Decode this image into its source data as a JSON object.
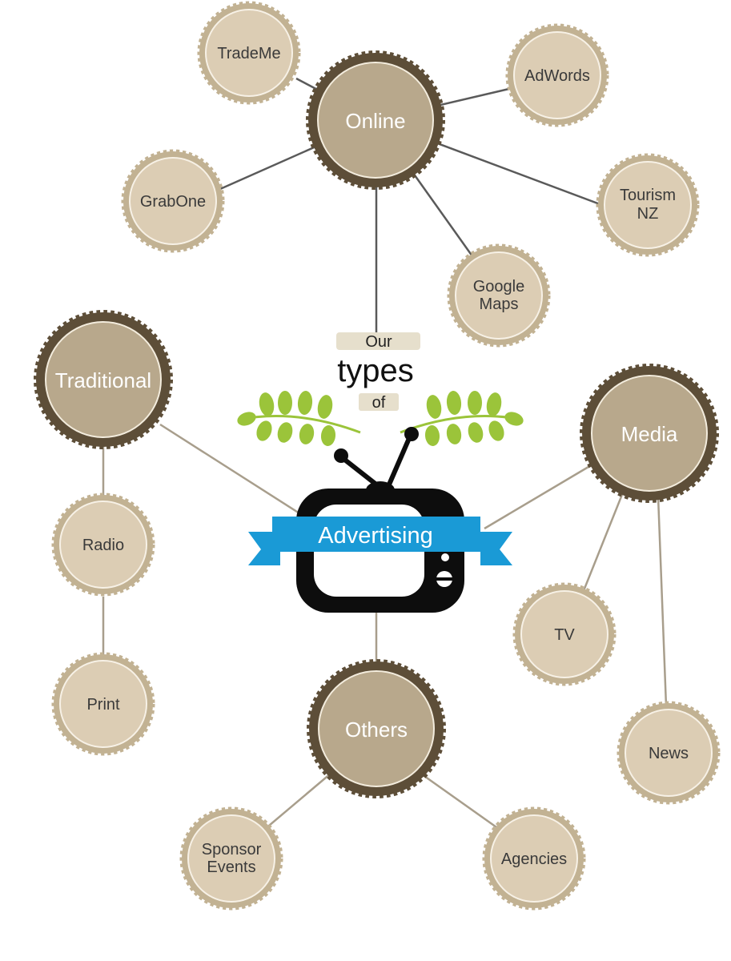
{
  "title": {
    "line1": "Our",
    "line2": "types",
    "line3": "of",
    "banner": "Advertising"
  },
  "colors": {
    "hub_fill": "#b8a88c",
    "hub_edge": "#5d4e38",
    "leaf_fill": "#dccdb4",
    "leaf_edge": "#c2b293",
    "line_dark": "#5a5a5a",
    "line_light": "#a89e8c",
    "banner": "#1a9ad6",
    "banner_dark": "#0e6fa3",
    "tv": "#0d0d0d",
    "leaf_green": "#9bc43a"
  },
  "hubs": {
    "online": "Online",
    "traditional": "Traditional",
    "media": "Media",
    "others": "Others"
  },
  "leaves": {
    "trademe": [
      "TradeMe"
    ],
    "adwords": [
      "AdWords"
    ],
    "grabone": [
      "GrabOne"
    ],
    "tourism_nz": [
      "Tourism",
      "NZ"
    ],
    "google_maps": [
      "Google",
      "Maps"
    ],
    "radio": [
      "Radio"
    ],
    "print": [
      "Print"
    ],
    "tv": [
      "TV"
    ],
    "news": [
      "News"
    ],
    "sponsor_events": [
      "Sponsor",
      "Events"
    ],
    "agencies": [
      "Agencies"
    ]
  }
}
